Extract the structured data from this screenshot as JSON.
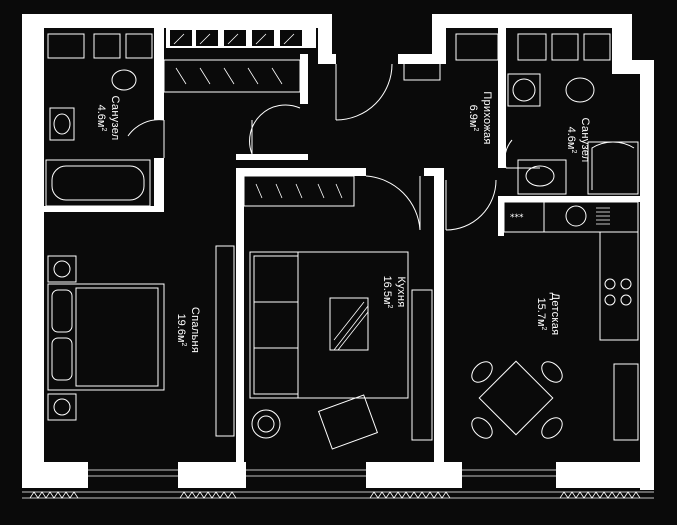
{
  "rooms": [
    {
      "key": "bath1",
      "name": "Санузел",
      "area": "4.6м",
      "sup": "2"
    },
    {
      "key": "hall",
      "name": "Прихожая",
      "area": "6.9м",
      "sup": "2"
    },
    {
      "key": "bath2",
      "name": "Санузел",
      "area": "4.6м",
      "sup": "2"
    },
    {
      "key": "kitchen",
      "name": "Кухня",
      "area": "16.5м",
      "sup": "2"
    },
    {
      "key": "child",
      "name": "Детская",
      "area": "15.7м",
      "sup": "2"
    },
    {
      "key": "bed",
      "name": "Спальня",
      "area": "19.6м",
      "sup": "2"
    }
  ],
  "cooktop_symbol": "***",
  "colors": {
    "background": "#0a0a0a",
    "lines": "#ffffff"
  }
}
